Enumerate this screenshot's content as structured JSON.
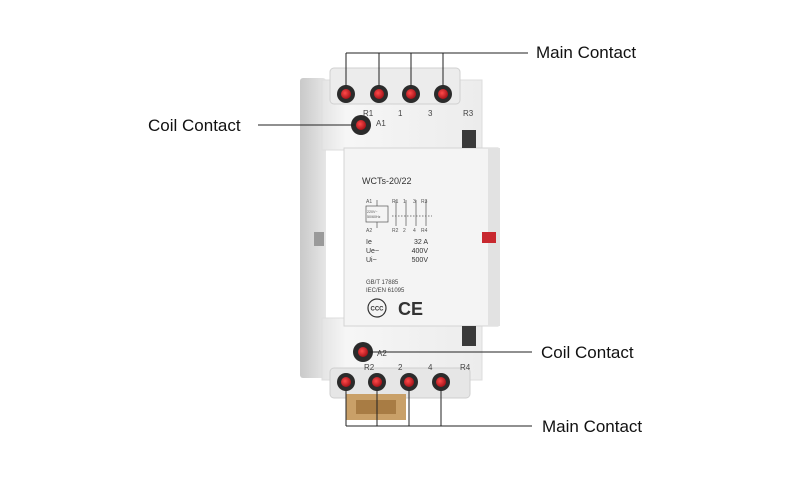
{
  "callouts": {
    "main_contact_top": "Main Contact",
    "coil_contact_left": "Coil Contact",
    "coil_contact_right": "Coil Contact",
    "main_contact_bottom": "Main Contact"
  },
  "device": {
    "model": "WCTs-20/22",
    "terminals_top": {
      "r1": "R1",
      "a1": "A1",
      "t1": "1",
      "t3": "3",
      "r3": "R3"
    },
    "terminals_bottom": {
      "a2": "A2",
      "r2": "R2",
      "t2": "2",
      "t4": "4",
      "r4": "R4"
    },
    "schematic": {
      "a1": "A1",
      "a2": "A2",
      "coil_line1": "220V~",
      "coil_line2": "50/60Hz",
      "top_labels": [
        "R1",
        "1",
        "3",
        "R3"
      ],
      "bottom_labels": [
        "R2",
        "2",
        "4",
        "R4"
      ]
    },
    "ratings": [
      {
        "label": "Ie",
        "value": "32 A"
      },
      {
        "label": "Ue~",
        "value": "400V"
      },
      {
        "label": "Ui~",
        "value": "500V"
      }
    ],
    "standards": [
      "GB/T 17885",
      "IEC/EN 61095"
    ],
    "marks": [
      "CCC",
      "CE"
    ]
  },
  "colors": {
    "housing": "#f1f1f1",
    "housing_shadow": "#d9d9d9",
    "terminal": "#2b2b2b",
    "screw_red": "#d8232a",
    "indicator": "#c8282f",
    "leader": "#222222"
  }
}
